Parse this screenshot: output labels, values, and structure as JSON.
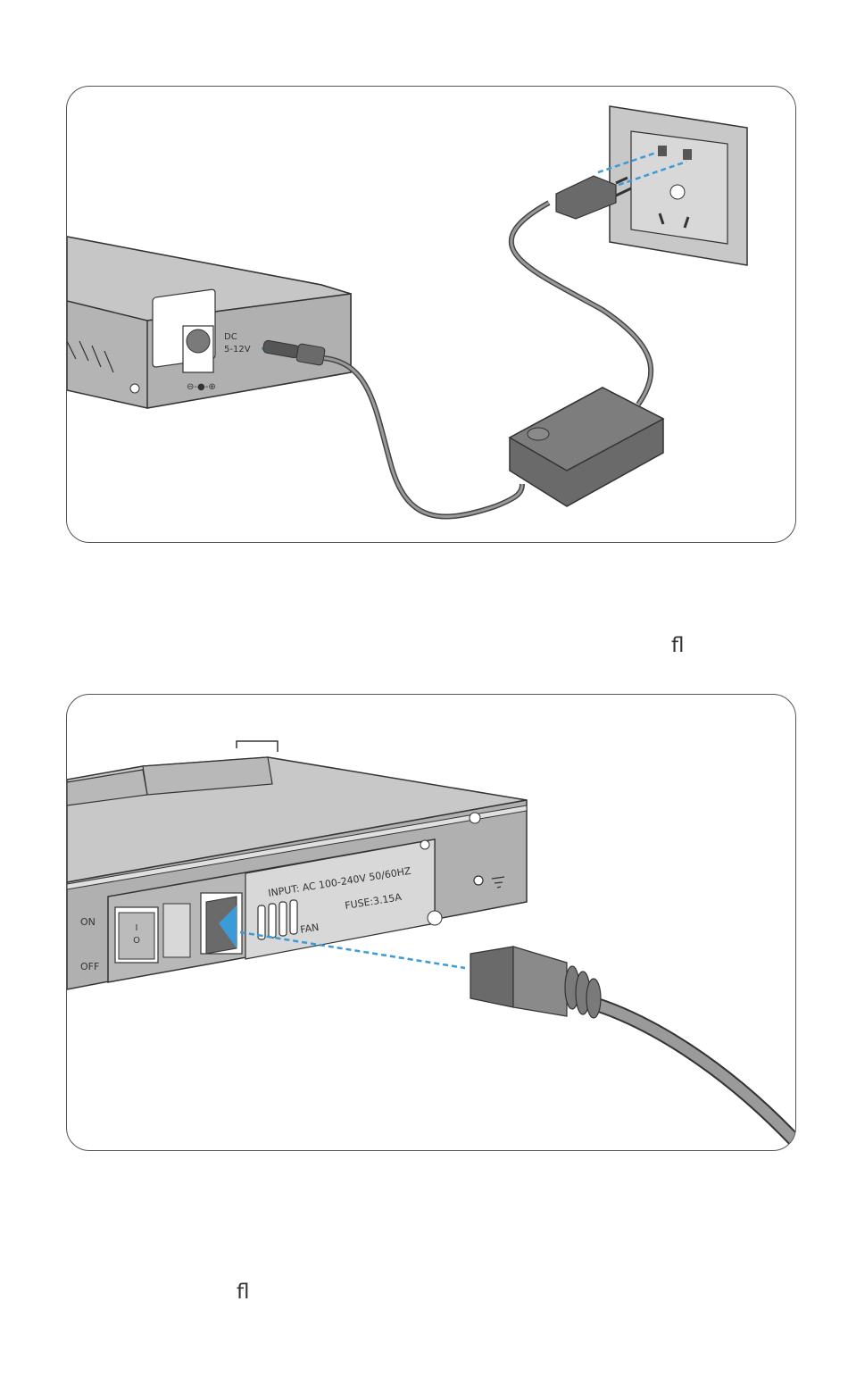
{
  "panel1": {
    "device_label_dc": "DC",
    "device_label_voltage": "5-12V",
    "polarity_label": "⊖-●-⊕"
  },
  "page_mark_1": "ﬂ",
  "panel2": {
    "switch_on_label": "ON",
    "switch_off_label": "OFF",
    "switch_on_mark": "I",
    "switch_off_mark": "O",
    "input_label": "INPUT: AC 100-240V 50/60HZ",
    "fuse_label": "FUSE:3.15A",
    "fan_label": "FAN"
  },
  "page_mark_2": "ﬂ",
  "colors": {
    "accent_dash": "#3a9bd8",
    "device_gray": "#b4b4b4",
    "device_dark": "#6a6a6a",
    "outline": "#333333"
  }
}
